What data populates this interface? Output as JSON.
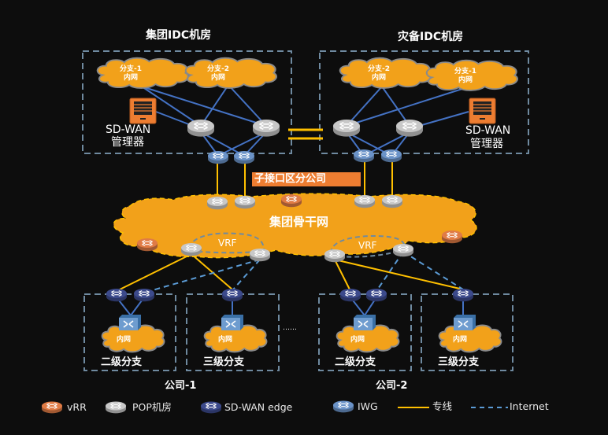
{
  "colors": {
    "background": "#0d0d0d",
    "cloud_fill": "#f2a11a",
    "cloud_stroke": "#8a8a8a",
    "dashed_box": "#6f8aa0",
    "blue_link": "#4472c4",
    "private_line": "#ffc000",
    "internet_line": "#5b9bd5",
    "vrr": "#e07b45",
    "pop": "#c8c8c8",
    "sdwan_edge": "#3c4a8c",
    "iwg": "#6b93c8",
    "badge": "#ed7d31"
  },
  "idc_primary": {
    "title": "集团IDC机房",
    "clouds": [
      {
        "line1": "分支-1",
        "line2": "内网"
      },
      {
        "line1": "分支-2",
        "line2": "内网"
      }
    ],
    "manager": {
      "line1": "SD-WAN",
      "line2": "管理器"
    }
  },
  "idc_backup": {
    "title": "灾备IDC机房",
    "clouds": [
      {
        "line1": "分支-2",
        "line2": "内网"
      },
      {
        "line1": "分支-1",
        "line2": "内网"
      }
    ],
    "manager": {
      "line1": "SD-WAN",
      "line2": "管理器"
    }
  },
  "backbone": {
    "title": "集团骨干网",
    "badge": "子接口区分公司",
    "vrf_labels": [
      "VRF",
      "VRF"
    ]
  },
  "companies": [
    {
      "name": "公司-1",
      "branches": [
        {
          "title": "二级分支",
          "cloud": "内网"
        },
        {
          "title": "三级分支",
          "cloud": "内网"
        }
      ]
    },
    {
      "name": "公司-2",
      "branches": [
        {
          "title": "二级分支",
          "cloud": "内网"
        },
        {
          "title": "三级分支",
          "cloud": "内网"
        }
      ]
    }
  ],
  "ellipsis": "……",
  "legend": [
    {
      "icon": "vrr-router-icon",
      "label": "vRR"
    },
    {
      "icon": "pop-router-icon",
      "label": "POP机房"
    },
    {
      "icon": "sdwan-edge-router-icon",
      "label": "SD-WAN edge"
    },
    {
      "icon": "iwg-router-icon",
      "label": "IWG"
    },
    {
      "icon": "private-line-icon",
      "label": "专线"
    },
    {
      "icon": "internet-line-icon",
      "label": "Internet"
    }
  ]
}
